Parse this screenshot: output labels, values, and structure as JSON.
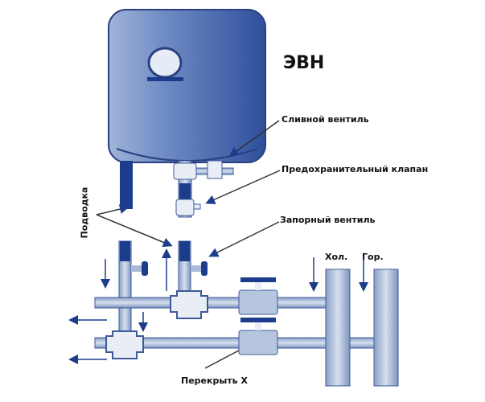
{
  "labels": {
    "heater": "ЭВН",
    "drain_valve": "Сливной вентиль",
    "safety_valve": "Предохранительный клапан",
    "shutoff_valve": "Запорный вентиль",
    "supply": "Подводка",
    "cold": "Хол.",
    "hot": "Гор.",
    "close_cold": "Перекрыть Х"
  },
  "colors": {
    "dark_blue": "#1c3c8c",
    "pipe": "#a9bbd8",
    "pipe_edge": "#3e5a9a",
    "fitting": "#e9eef6"
  }
}
